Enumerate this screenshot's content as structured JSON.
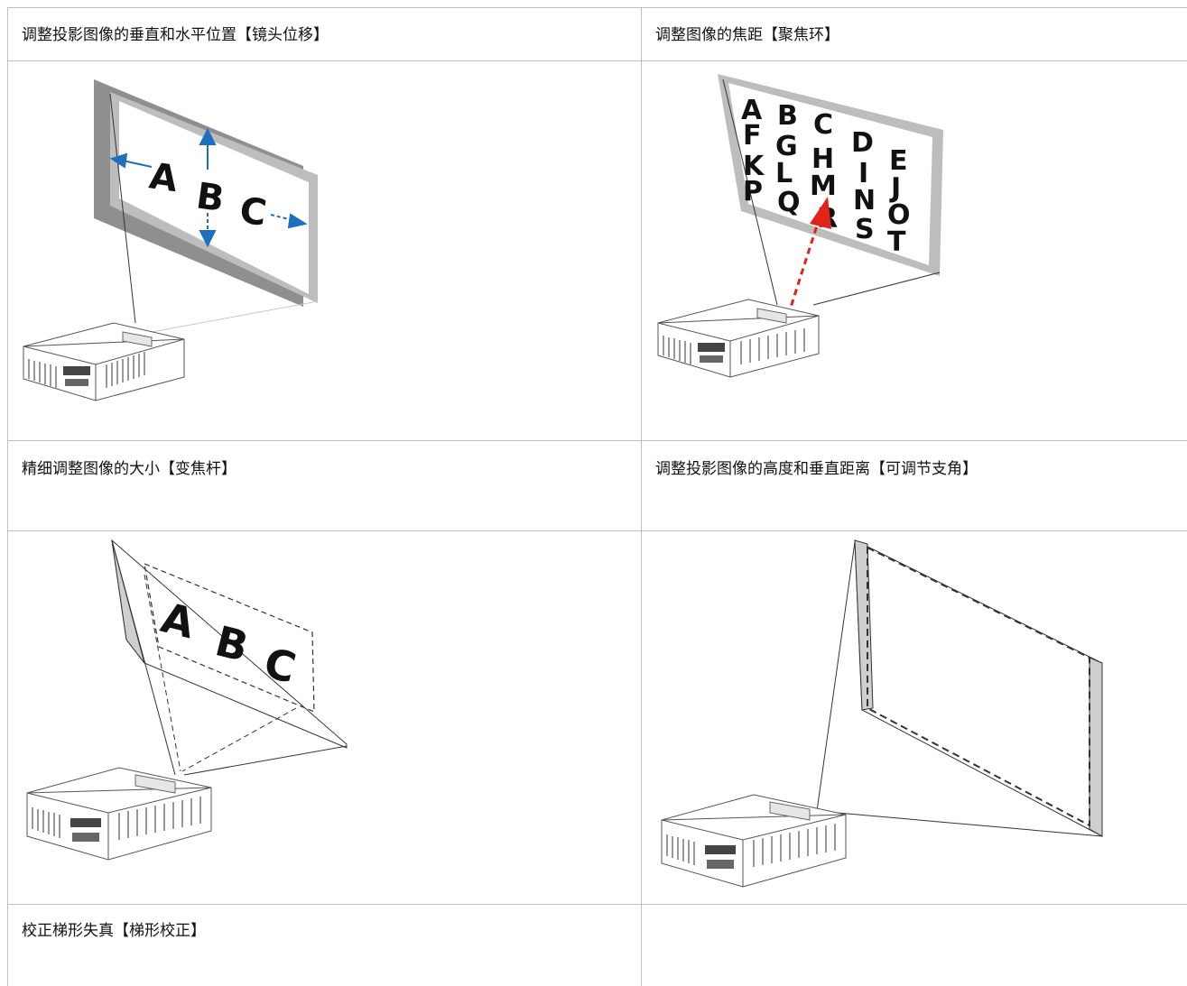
{
  "table": {
    "rows": [
      {
        "left": "调整投影图像的垂直和水平位置【镜头位移】",
        "right": "调整图像的焦距【聚焦环】"
      },
      {
        "left": "精细调整图像的大小【变焦杆】",
        "right": "调整投影图像的高度和垂直距离【可调节支角】"
      },
      {
        "left": "校正梯形失真【梯形校正】",
        "right": ""
      }
    ]
  },
  "illustrations": {
    "lens_shift": {
      "letters": [
        "A",
        "B",
        "C"
      ],
      "arrow_color": "#1f6fbf"
    },
    "focus_ring": {
      "letters": [
        "A",
        "B",
        "C",
        "D",
        "E",
        "F",
        "G",
        "H",
        "I",
        "J",
        "K",
        "L",
        "M",
        "N",
        "O",
        "P",
        "Q",
        "R",
        "S",
        "T"
      ],
      "arrow_color": "#e2231a"
    },
    "zoom_lever": {
      "letters": [
        "A",
        "B",
        "C"
      ]
    }
  }
}
